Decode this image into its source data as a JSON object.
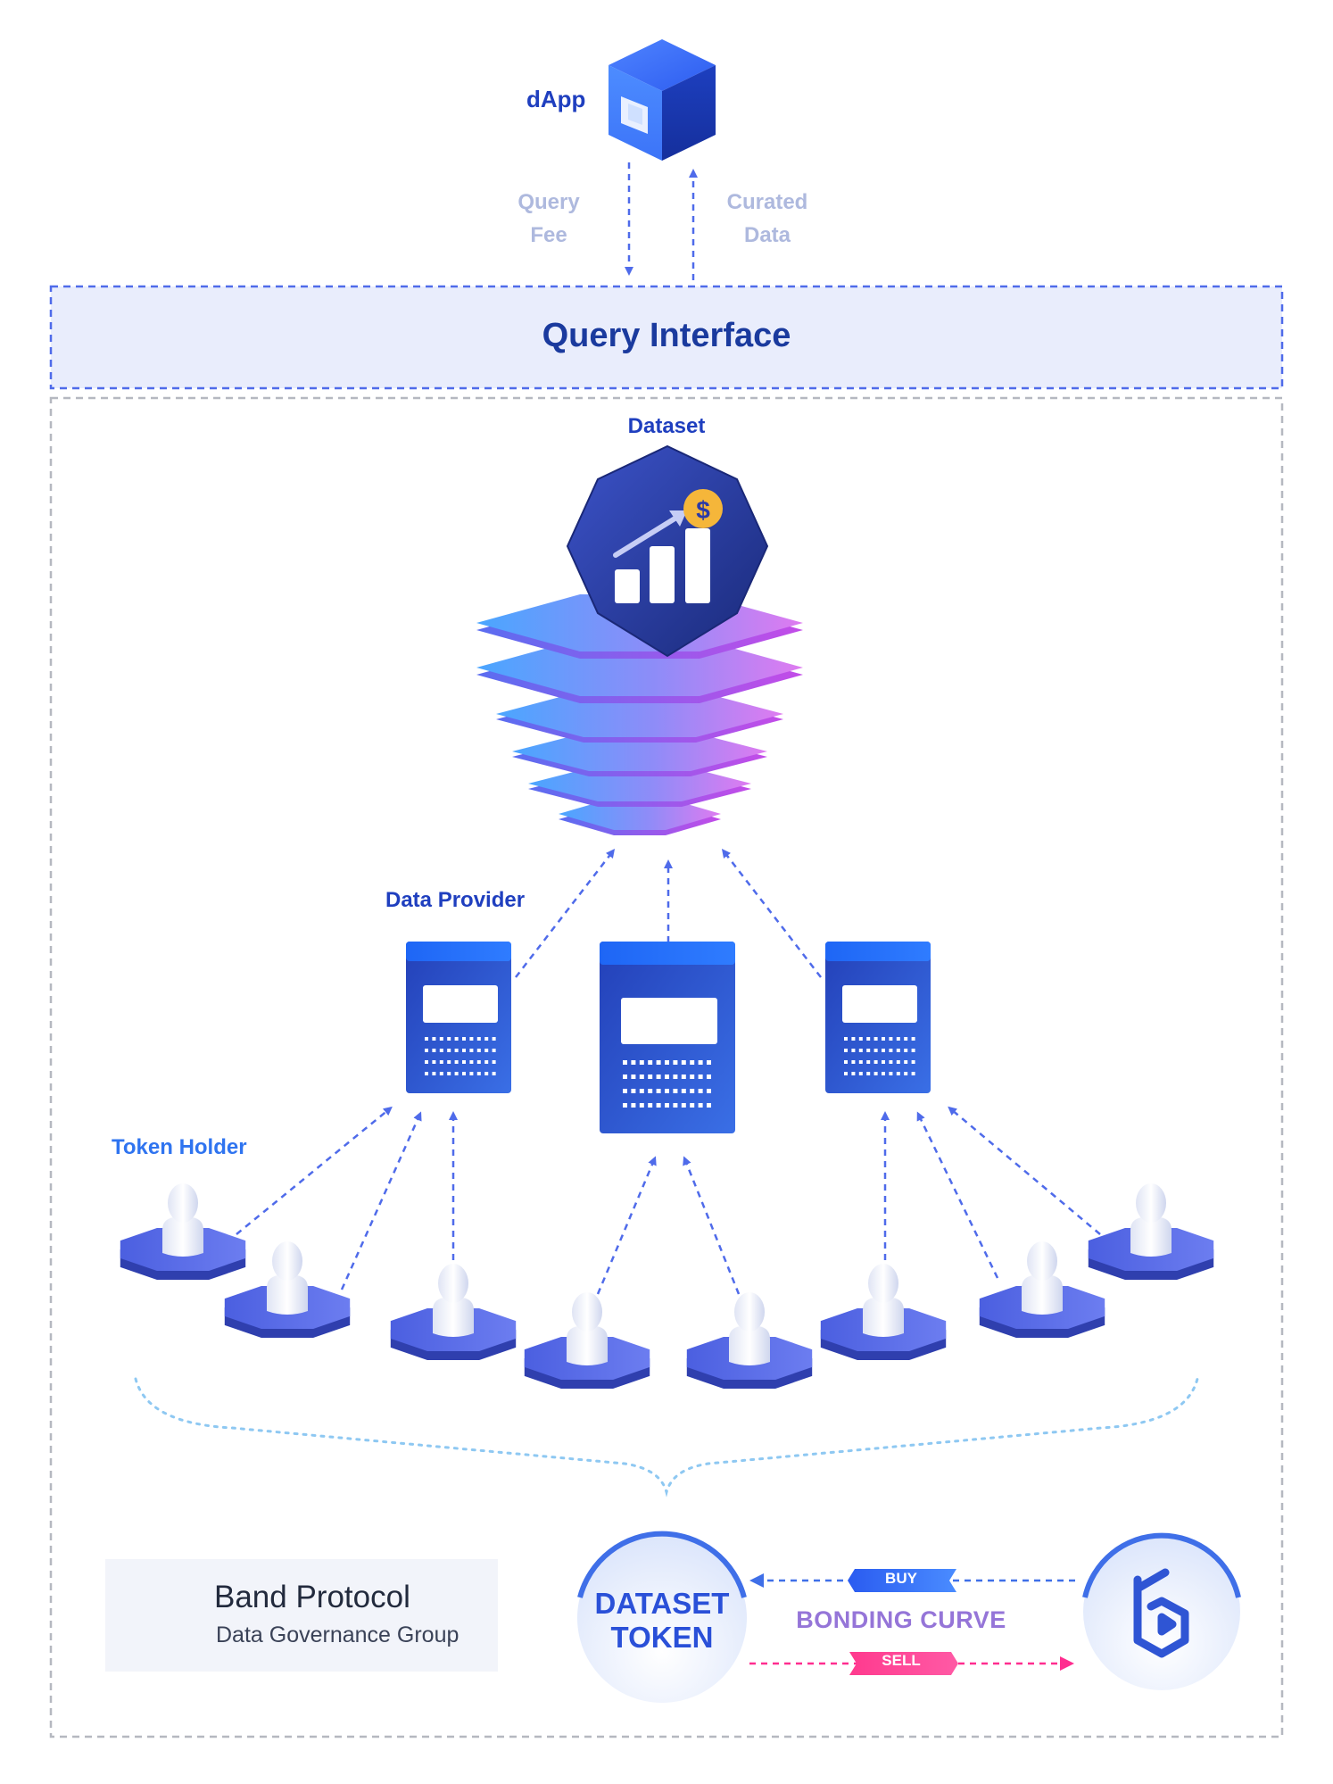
{
  "dapp": {
    "label": "dApp"
  },
  "flows": {
    "query_fee": "Query Fee",
    "curated_data": "Curated Data"
  },
  "query_interface": {
    "label": "Query Interface"
  },
  "dataset": {
    "label": "Dataset",
    "coin_symbol": "$"
  },
  "data_provider": {
    "label": "Data Provider"
  },
  "token_holder": {
    "label": "Token Holder"
  },
  "band": {
    "name": "Band Protocol",
    "subtitle": "Data Governance Group"
  },
  "token": {
    "label": "DATASET TOKEN"
  },
  "bonding": {
    "label": "BONDING CURVE",
    "buy": "BUY",
    "sell": "SELL"
  },
  "colors": {
    "primary_blue": "#2f55d4",
    "dashed_blue": "#4f6bea",
    "query_bg": "#e9edfc",
    "pink": "#ff2d8f",
    "light_blue": "#8ec8f2",
    "gray_dash": "#b5b8c0"
  },
  "icons": {
    "dapp": "cube-icon",
    "dataset": "chart-stack-icon",
    "provider": "server-icon",
    "holder": "person-icon",
    "band": "band-logo-icon"
  }
}
